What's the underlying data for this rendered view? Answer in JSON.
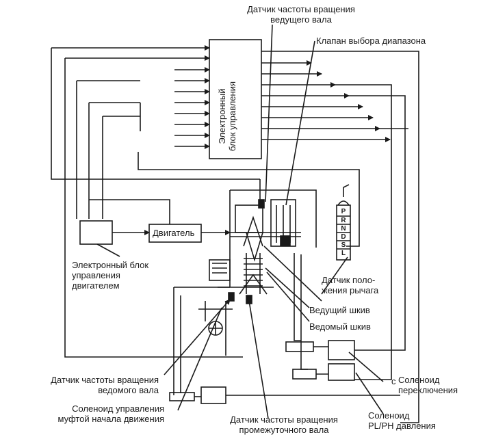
{
  "labels": {
    "input_shaft_sensor": "Датчик частоты вращения\nведущего вала",
    "range_valve": "Клапан выбора диапазона",
    "ecu_transmission": "Электронный\nблок управления",
    "engine": "Двигатель",
    "ecu_engine": "Электронный блок\nуправления\nдвигателем",
    "lever_position_sensor": "Датчик поло-\nжения рычага",
    "drive_pulley": "Ведущий шкив",
    "driven_pulley": "Ведомый шкив",
    "output_shaft_sensor": "Датчик частоты вращения\nведомого вала",
    "shift_solenoid": "Соленоид\nпереключения",
    "pressure_solenoid": "Соленоид\nPL/PH давления",
    "clutch_solenoid": "Соленоид управления\nмуфтой начала движения",
    "intermediate_shaft_sensor": "Датчик частоты вращения\nпромежуточного вала",
    "solenoid_marker": "с"
  },
  "selector_positions": [
    "P",
    "R",
    "N",
    "D",
    "S",
    "L"
  ]
}
